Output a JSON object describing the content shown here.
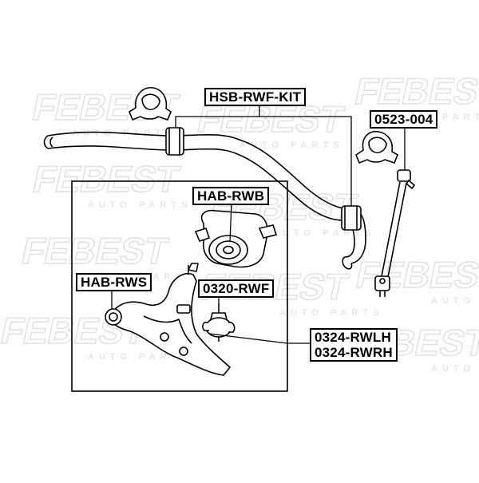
{
  "watermark": {
    "brand": "FEBEST",
    "sub": "AUTO PARTS"
  },
  "callouts": [
    {
      "id": "hsb",
      "lines": [
        "HSB-RWF-KIT"
      ]
    },
    {
      "id": "p0523",
      "lines": [
        "0523-004"
      ]
    },
    {
      "id": "habrwb",
      "lines": [
        "HAB-RWB"
      ]
    },
    {
      "id": "habrws",
      "lines": [
        "HAB-RWS"
      ]
    },
    {
      "id": "p0320",
      "lines": [
        "0320-RWF"
      ]
    },
    {
      "id": "p0324",
      "lines": [
        "0324-RWLH",
        "0324-RWRH"
      ]
    }
  ]
}
